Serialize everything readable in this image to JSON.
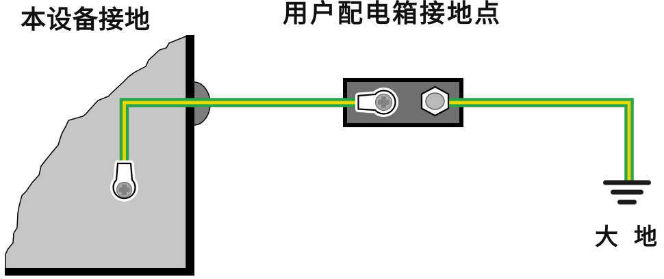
{
  "diagram": {
    "labels": {
      "equipment_ground": "本设备接地",
      "distribution_box_ground_point": "用户配电箱接地点",
      "earth": "大  地"
    },
    "colors": {
      "wire_green": "#2BA34A",
      "wire_yellow": "#E4D800",
      "panel_fill": "#C6C6C6",
      "box_fill": "#6F6F6F",
      "bump_fill": "#7D7D7D",
      "metal_gray": "#A8A8A8",
      "metal_dark": "#828282",
      "hex_inner": "#BABABA",
      "outline": "#000000",
      "bar_black": "#1A1A1A",
      "text": "#111111"
    }
  }
}
